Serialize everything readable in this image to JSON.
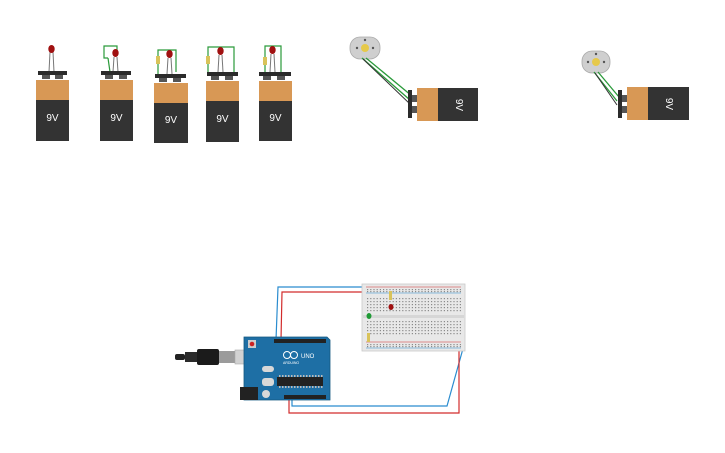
{
  "canvas": {
    "background": "#ffffff"
  },
  "batteries": [
    {
      "label": "9V",
      "led_color": "#a01010"
    },
    {
      "label": "9V",
      "led_color": "#a01010"
    },
    {
      "label": "9V",
      "led_color": "#a01010"
    },
    {
      "label": "9V",
      "led_color": "#a01010"
    },
    {
      "label": "9V",
      "led_color": "#a01010"
    }
  ],
  "motor_circuits": [
    {
      "battery_label": "9V"
    },
    {
      "battery_label": "9V"
    }
  ],
  "arduino": {
    "board_label": "UNO",
    "brand_label": "ARDUINO",
    "board_color": "#1e6fa5"
  },
  "colors": {
    "battery_top": "#d89855",
    "battery_body": "#333333",
    "wire_green": "#2a9a3a",
    "wire_red": "#d22c2c",
    "wire_blue": "#2a8ccf",
    "breadboard": "#e8e8e8"
  }
}
